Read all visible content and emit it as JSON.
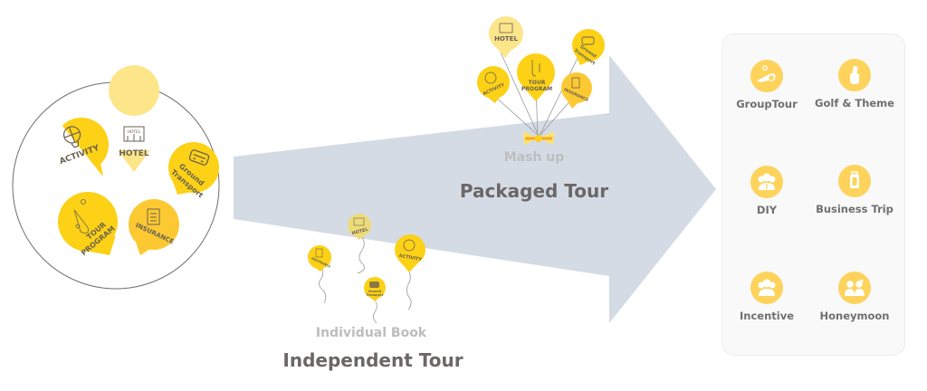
{
  "colors": {
    "arrow": "#d5dbe5",
    "balloon_main": "#fcd116",
    "balloon_light": "#fde58a",
    "balloon_mid": "#fdc932",
    "icon_circle": "#fdd35c",
    "panel_bg": "#f9f9f9",
    "heading_text": "#6b6767",
    "sub_text": "#bdbdbd",
    "balloon_text": "#6a6250"
  },
  "components": {
    "items": [
      {
        "key": "activity",
        "label": "ACTIVITY",
        "icon": "hot-air-balloon-icon"
      },
      {
        "key": "hotel",
        "label": "HOTEL",
        "icon_label": "HOTEL",
        "icon": "hotel-building-icon"
      },
      {
        "key": "ground",
        "label_lines": [
          "Ground",
          "Transport"
        ],
        "icon": "car-icon"
      },
      {
        "key": "tour",
        "label_lines": [
          "TOUR",
          "PROGRAM"
        ],
        "icon": "route-icon"
      },
      {
        "key": "insurance",
        "label": "INSURANCE",
        "icon": "document-icon"
      }
    ]
  },
  "packaged": {
    "caption": "Mash up",
    "title": "Packaged Tour",
    "bow_icon": "ribbon-bow-icon"
  },
  "independent": {
    "caption": "Individual Book",
    "title": "Independent Tour"
  },
  "categories": [
    {
      "label": "GroupTour",
      "icon": "group-tour-map-icon"
    },
    {
      "label": "Golf & Theme",
      "icon": "golf-glove-icon"
    },
    {
      "label": "DIY",
      "icon": "people-group-icon"
    },
    {
      "label": "Business Trip",
      "icon": "luggage-icon"
    },
    {
      "label": "Incentive",
      "icon": "team-icon"
    },
    {
      "label": "Honeymoon",
      "icon": "couple-icon"
    }
  ]
}
